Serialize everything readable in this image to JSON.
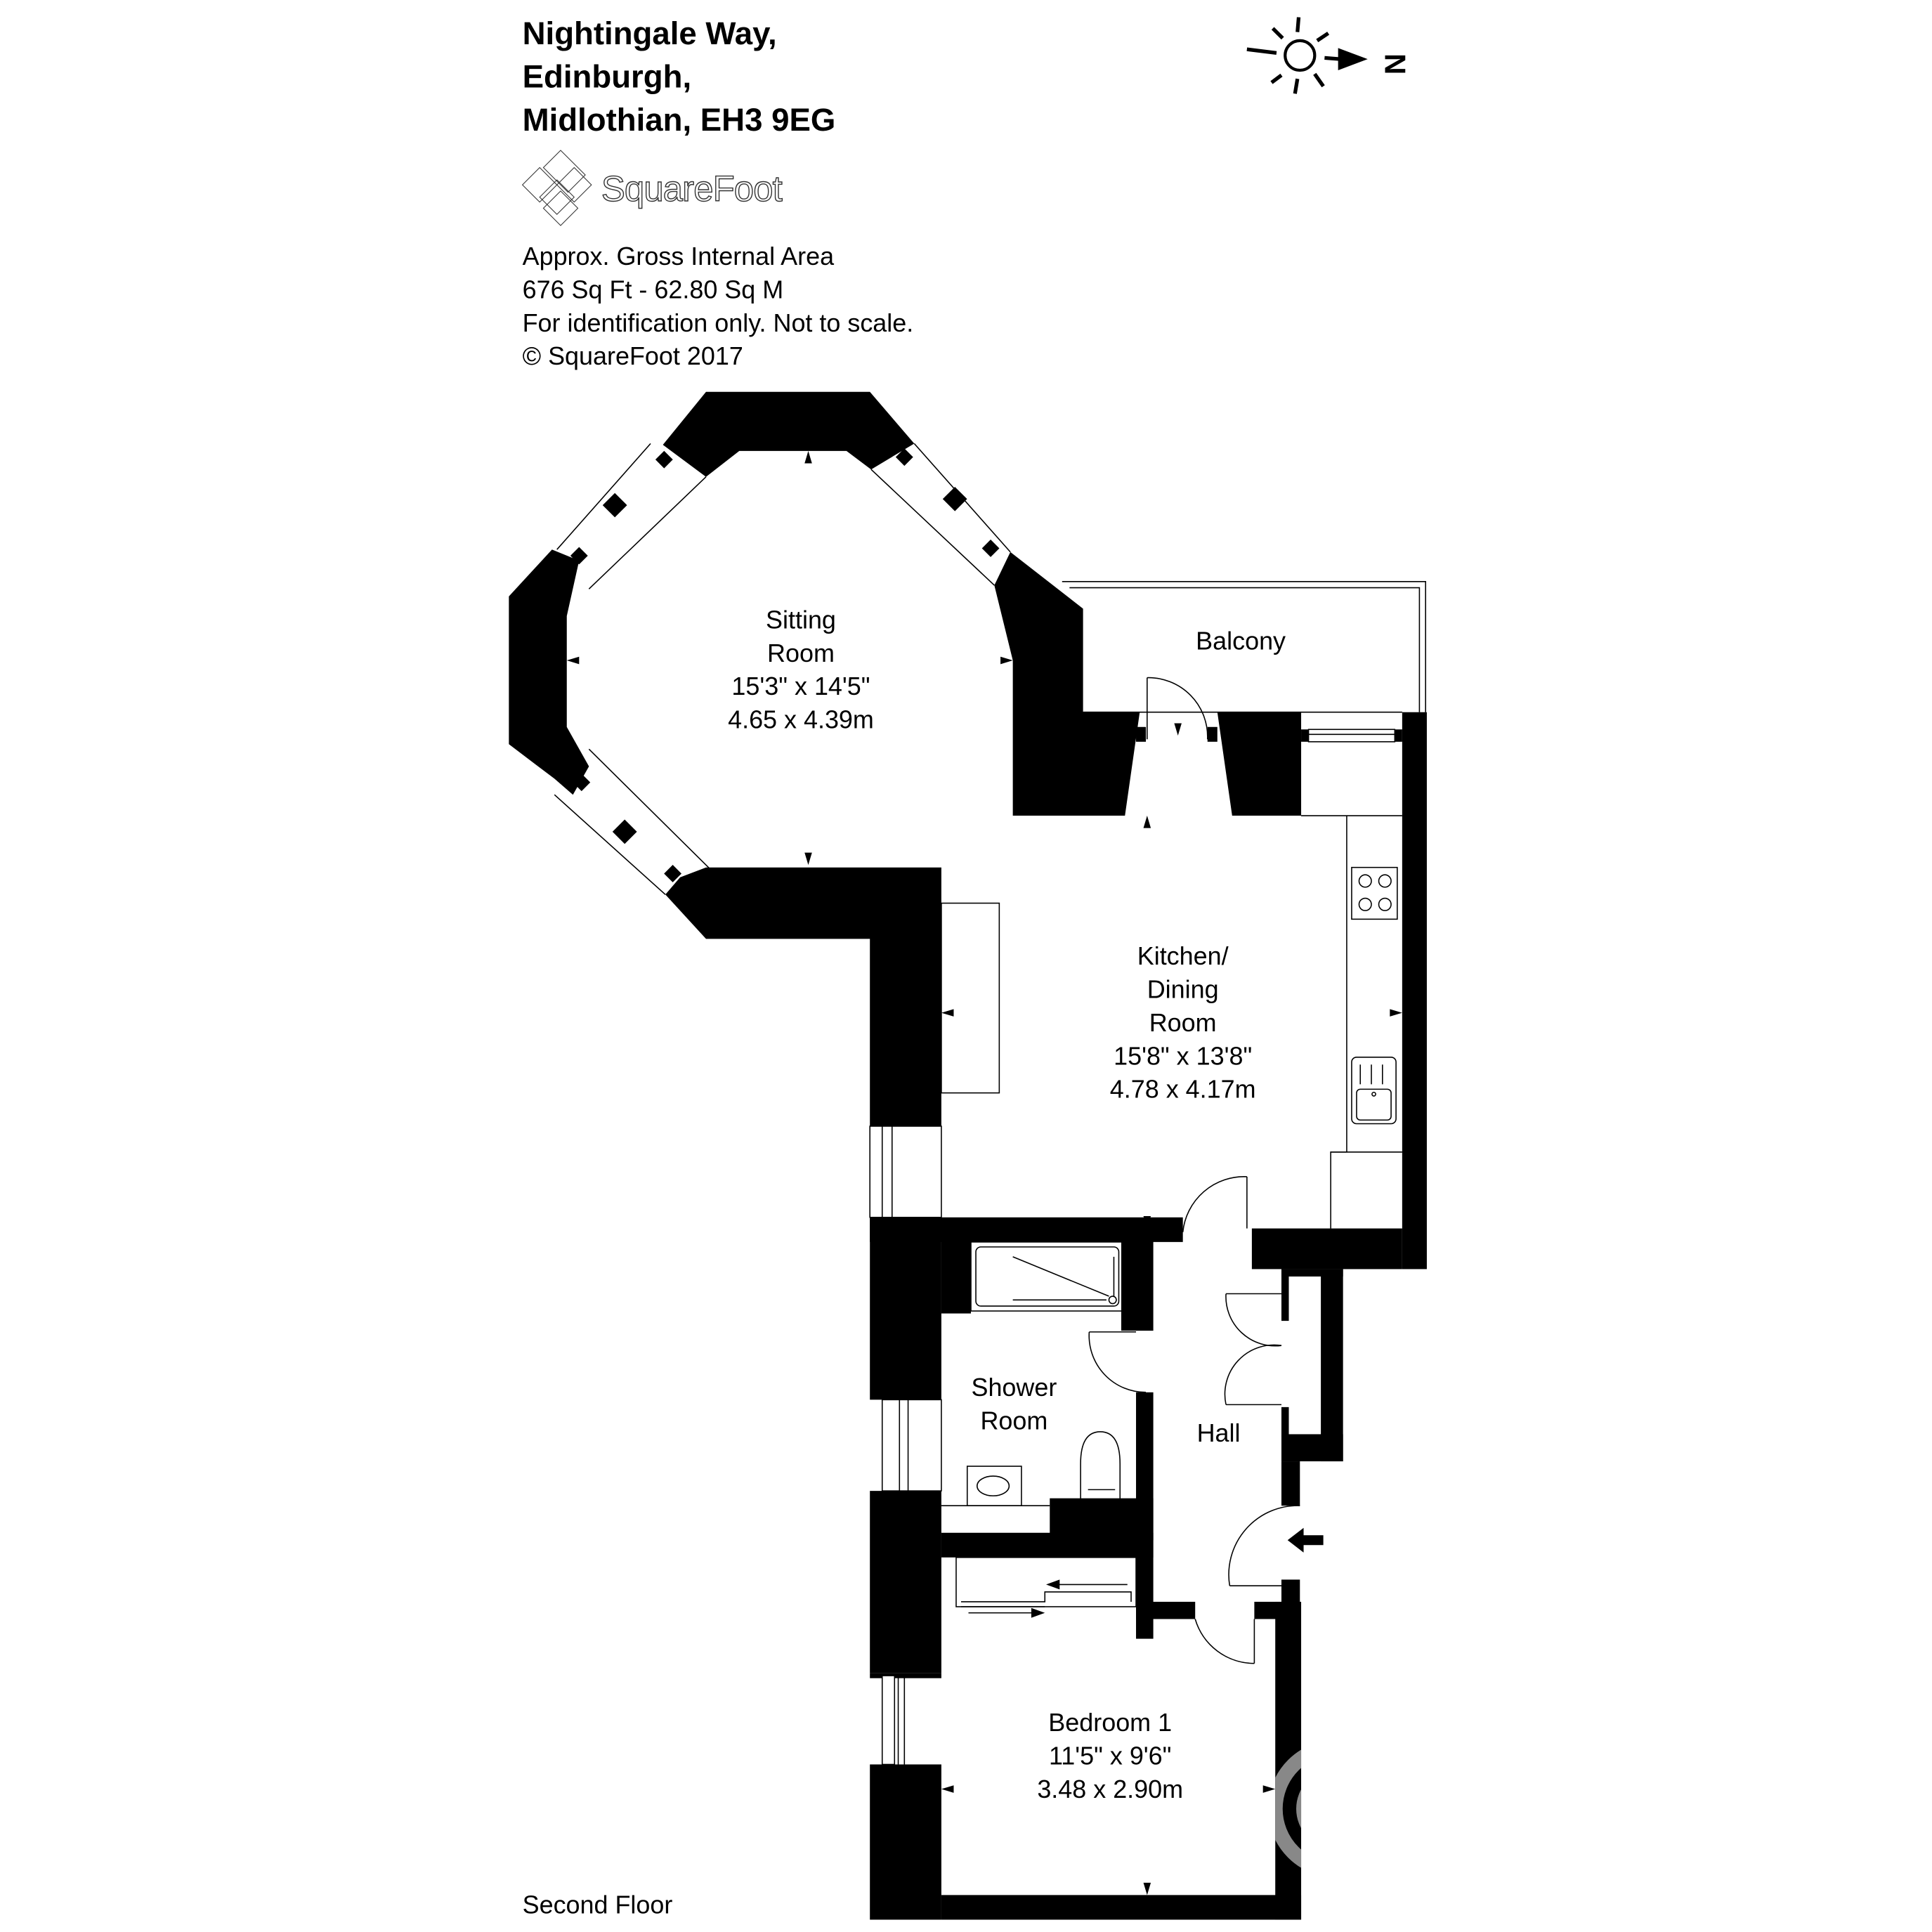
{
  "header": {
    "address_lines": [
      "Nightingale Way,",
      "Edinburgh,",
      "Midlothian, EH3 9EG"
    ],
    "logo": {
      "icon": "squarefoot-diamond-logo-icon",
      "text": "SquareFoot"
    },
    "info_lines": [
      "Approx. Gross Internal Area",
      "676 Sq Ft  -  62.80 Sq M",
      "For identification only. Not to scale.",
      "© SquareFoot 2017"
    ]
  },
  "compass": {
    "icon": "sun-north-arrow-icon",
    "label": "N"
  },
  "floor_label": "Second Floor",
  "rooms": [
    {
      "name": "Sitting Room",
      "lines": [
        "Sitting",
        "Room",
        "15'3\" x 14'5\"",
        "4.65 x 4.39m"
      ]
    },
    {
      "name": "Balcony",
      "lines": [
        "Balcony"
      ]
    },
    {
      "name": "Kitchen/Dining Room",
      "lines": [
        "Kitchen/",
        "Dining",
        "Room",
        "15'8\" x 13'8\"",
        "4.78 x 4.17m"
      ]
    },
    {
      "name": "Shower Room",
      "lines": [
        "Shower",
        "Room"
      ]
    },
    {
      "name": "Hall",
      "lines": [
        "Hall"
      ]
    },
    {
      "name": "Bedroom 1",
      "lines": [
        "Bedroom 1",
        "11'5\" x 9'6\"",
        "3.48 x 2.90m"
      ]
    }
  ],
  "colors": {
    "wall": "#000000",
    "background": "#ffffff",
    "watermark": "#888888"
  }
}
